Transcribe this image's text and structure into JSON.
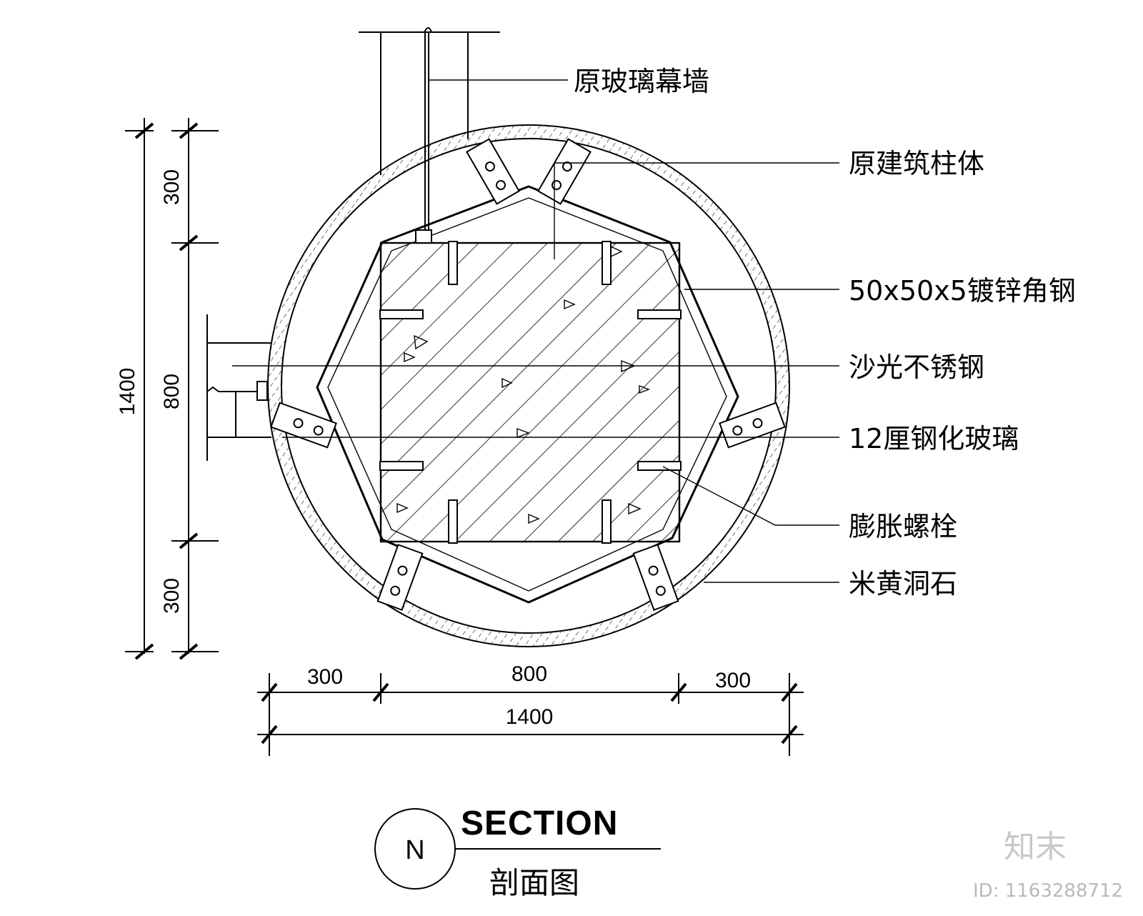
{
  "labels": {
    "glass_curtain_wall": "原玻璃幕墙",
    "original_column": "原建筑柱体",
    "angle_steel": "50x50x5镀锌角钢",
    "stainless_steel": "沙光不锈钢",
    "tempered_glass": "12厘钢化玻璃",
    "expansion_bolt": "膨胀螺栓",
    "beige_travertine": "米黄洞石"
  },
  "dimensions": {
    "left_total": "1400",
    "left_top": "300",
    "left_mid": "800",
    "left_bottom": "300",
    "bottom_left": "300",
    "bottom_mid": "800",
    "bottom_right": "300",
    "bottom_total": "1400"
  },
  "title_block": {
    "mark": "N",
    "title": "SECTION",
    "subtitle": "剖面图"
  },
  "watermark": {
    "brand": "知末",
    "id": "ID: 1163288712"
  }
}
